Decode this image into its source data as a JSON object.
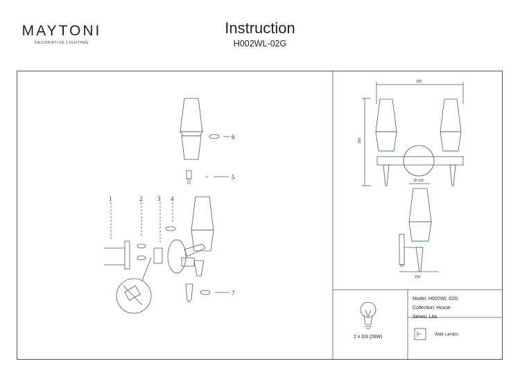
{
  "brand": {
    "name": "MAYTONI",
    "tagline": "DECORATIVE LIGHTING"
  },
  "header": {
    "title": "Instruction",
    "code": "H002WL-02G"
  },
  "parts": {
    "p1": "1",
    "p2": "2",
    "p3": "3",
    "p4": "4",
    "p5": "5",
    "p6": "6",
    "p7": "7"
  },
  "dimensions": {
    "width": "300",
    "height": "300",
    "base": "Ø 100",
    "depth": "150",
    "small": "21"
  },
  "bulb": {
    "label": "2 x G9 (28W)"
  },
  "info": {
    "model": "Model: H002WL-02G",
    "collection": "Collection: House",
    "series": "Series: Lita",
    "type": "Wall Lamps"
  },
  "colors": {
    "accent_green": "#7bd29a",
    "line": "#444444"
  }
}
